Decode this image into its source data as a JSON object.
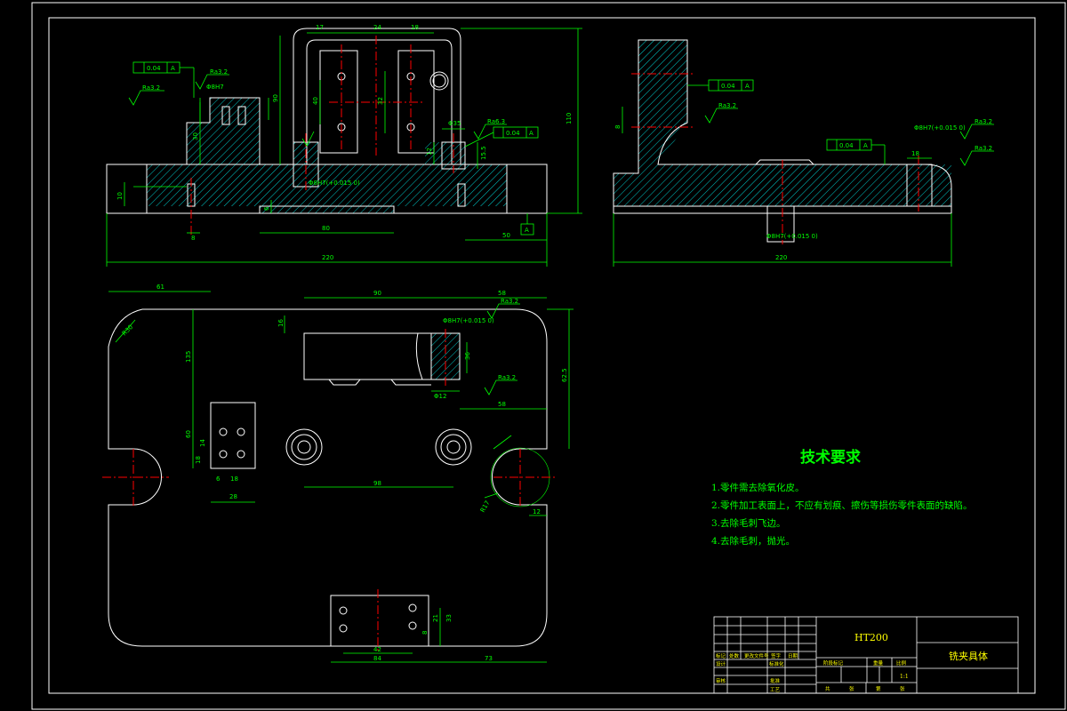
{
  "drawing": {
    "colors": {
      "background": "#000000",
      "outline": "#ffffff",
      "dimension": "#00ff00",
      "centerline": "#ff0000",
      "hatch": "#00ffff",
      "text": "#00ff00",
      "title_text": "#ffff00",
      "leader": "#00ff00"
    },
    "front_view": {
      "dims": [
        "17",
        "24",
        "18",
        "90",
        "80",
        "50",
        "220",
        "32",
        "40",
        "8",
        "12",
        "15.5",
        "30",
        "10",
        "6",
        "Φ35"
      ],
      "roughness": [
        "Ra3.2",
        "Ra3.2",
        "Ra3.2",
        "Ra6.3"
      ],
      "tolerance": [
        "0.04",
        "0.04",
        "A"
      ],
      "fits": [
        "Φ8H7(+0.015 0)",
        "Φ8H7"
      ]
    },
    "side_view": {
      "dims": [
        "220",
        "18",
        "8",
        "Φ8H7"
      ],
      "roughness": [
        "Ra3.2",
        "Ra3.2",
        "Ra3.2",
        "Ra3.2"
      ],
      "tolerance": [
        "0.04",
        "0.04",
        "A"
      ],
      "fits": [
        "Φ8H7(+0.015 0)",
        "Φ8H7(+0.015 0)"
      ]
    },
    "top_view": {
      "dims": [
        "61",
        "90",
        "58",
        "16",
        "135",
        "60",
        "18",
        "18",
        "14",
        "6",
        "28",
        "98",
        "62.5",
        "58",
        "R30",
        "Φ12",
        "R17",
        "12",
        "42",
        "84",
        "73",
        "12",
        "21",
        "33",
        "8"
      ],
      "roughness": [
        "Ra3.2",
        "Ra3.2"
      ],
      "fits": [
        "Φ8H7(+0.015 0)"
      ]
    },
    "technical_requirements": {
      "title": "技术要求",
      "items": [
        "1.零件需去除氧化皮。",
        "2.零件加工表面上，不应有划痕、擦伤等损伤零件表面的缺陷。",
        "3.去除毛刺飞边。",
        "4.去除毛刺，抛光。"
      ]
    },
    "title_block": {
      "material": "HT200",
      "part_name": "铣夹具体",
      "scale": "1:1",
      "labels": [
        "标记",
        "处数",
        "更改文件号",
        "签字",
        "日期",
        "设计",
        "审核",
        "工艺",
        "标准化",
        "批准",
        "阶段标记",
        "重量",
        "比例",
        "共",
        "张",
        "第",
        "张"
      ]
    }
  }
}
